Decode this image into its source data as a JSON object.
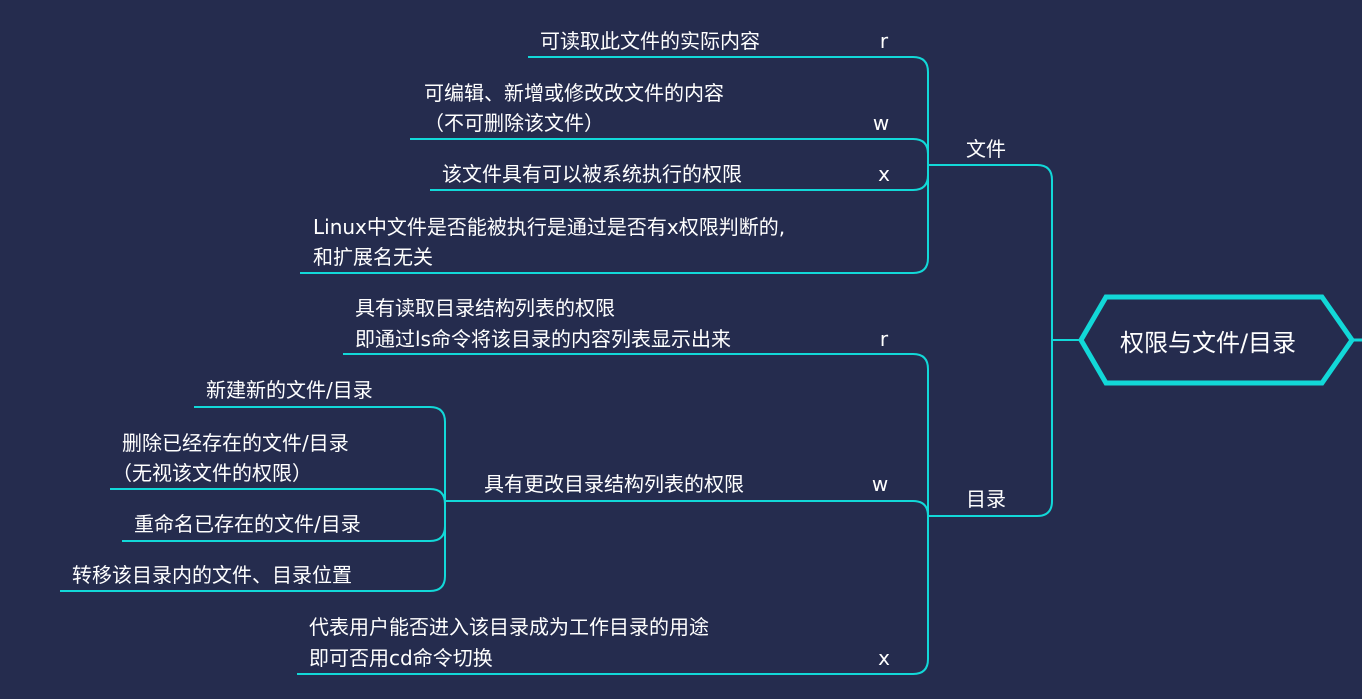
{
  "colors": {
    "background": "#252c4e",
    "line": "#12d8d8",
    "text": "#ffffff"
  },
  "root": {
    "label": "权限与文件/目录"
  },
  "file": {
    "label": "文件",
    "r": {
      "mark": "r",
      "desc": "可读取此文件的实际内容"
    },
    "w": {
      "mark": "w",
      "desc_line1": "可编辑、新增或修改改文件的内容",
      "desc_line2": "（不可删除该文件）"
    },
    "x": {
      "mark": "x",
      "desc": "该文件具有可以被系统执行的权限"
    },
    "note": {
      "line1": "Linux中文件是否能被执行是通过是否有x权限判断的,",
      "line2": "和扩展名无关"
    }
  },
  "dir": {
    "label": "目录",
    "r": {
      "mark": "r",
      "desc_line1": "具有读取目录结构列表的权限",
      "desc_line2": "即通过ls命令将该目录的内容列表显示出来"
    },
    "w": {
      "mark": "w",
      "desc": "具有更改目录结构列表的权限",
      "children": {
        "create": "新建新的文件/目录",
        "delete_line1": "删除已经存在的文件/目录",
        "delete_line2": "（无视该文件的权限）",
        "rename": "重命名已存在的文件/目录",
        "move": "转移该目录内的文件、目录位置"
      }
    },
    "x": {
      "mark": "x",
      "desc_line1": "代表用户能否进入该目录成为工作目录的用途",
      "desc_line2": "即可否用cd命令切换"
    }
  }
}
